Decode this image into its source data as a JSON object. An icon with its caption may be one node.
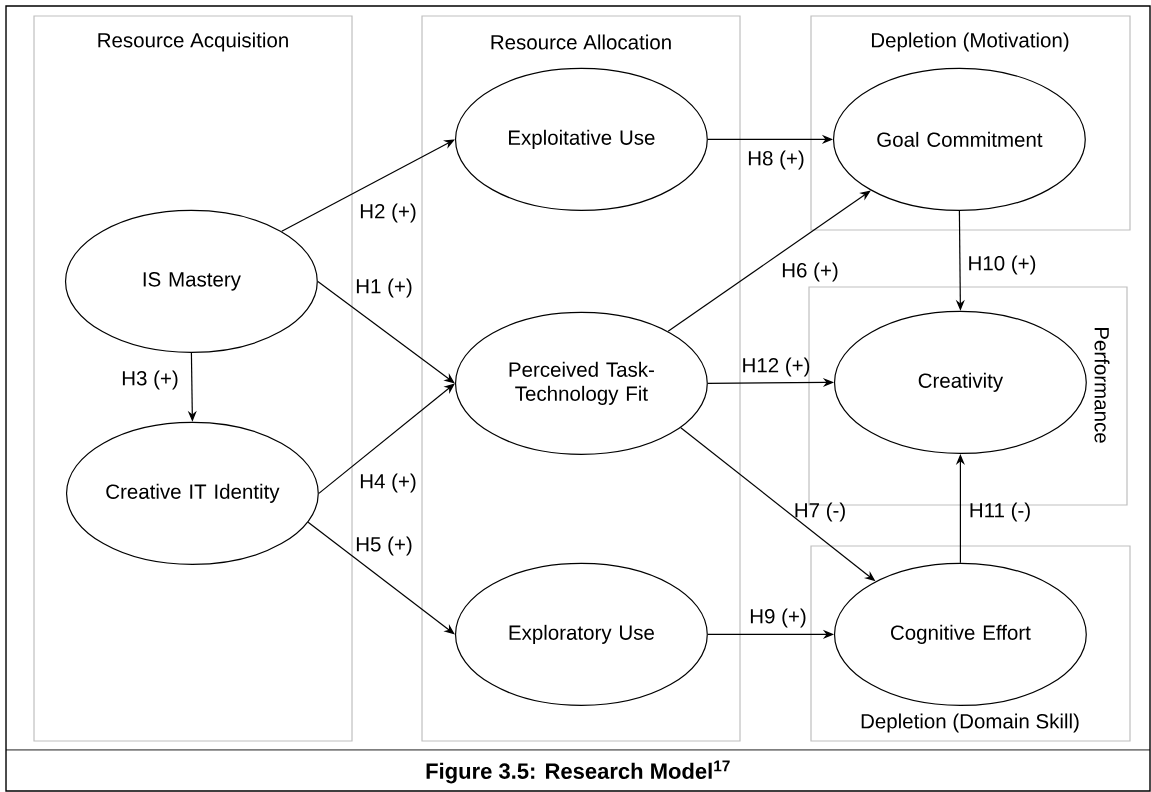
{
  "diagram": {
    "caption": "Figure 3.5: Research Model$^{17}$",
    "nodes": [
      {
        "text": [
          "Resource Acquisition"
        ]
      },
      {
        "text": [
          "IS Mastery"
        ],
        "in": 0
      },
      {
        "text": [
          "Creative IT Identity"
        ],
        "in": 0
      },
      {
        "text": [
          "Resource Allocation"
        ]
      },
      {
        "text": [
          "Exploitative Use"
        ],
        "in": 3
      },
      {
        "text": [
          "Perceived Task-Technology Fit"
        ],
        "in": 3
      },
      {
        "text": [
          "Exploratory Use"
        ],
        "in": 3
      },
      {
        "text": [
          "Depletion (Motivation)"
        ]
      },
      {
        "text": [
          "Goal Commitment"
        ],
        "in": 7
      },
      {
        "text": [
          "Performance"
        ]
      },
      {
        "text": [
          "Creativity"
        ],
        "in": 9
      },
      {
        "text": [
          "Depletion (Domain Skill)"
        ]
      },
      {
        "text": [
          "Cognitive Effort"
        ],
        "in": 11
      }
    ],
    "edges": [
      {
        "from": 1,
        "to": 4,
        "arrow": "to",
        "label": "H2 (+)"
      },
      {
        "from": 1,
        "to": 5,
        "arrow": "to",
        "label": "H1 (+)"
      },
      {
        "from": 1,
        "to": 2,
        "arrow": "to",
        "label": "H3 (+)"
      },
      {
        "from": 2,
        "to": 5,
        "arrow": "to",
        "label": "H4 (+)"
      },
      {
        "from": 2,
        "to": 6,
        "arrow": "to",
        "label": "H5 (+)"
      },
      {
        "from": 4,
        "to": 8,
        "arrow": "to",
        "label": "H8 (+)"
      },
      {
        "from": 5,
        "to": 8,
        "arrow": "to",
        "label": "H6 (+)"
      },
      {
        "from": 5,
        "to": 10,
        "arrow": "to",
        "label": "H12 (+)"
      },
      {
        "from": 5,
        "to": 12,
        "arrow": "to",
        "label": "H7 (-)"
      },
      {
        "from": 6,
        "to": 12,
        "arrow": "to",
        "label": "H9 (+)"
      },
      {
        "from": 8,
        "to": 10,
        "arrow": "to",
        "label": "H10 (+)"
      },
      {
        "from": 12,
        "to": 10,
        "arrow": "to",
        "label": "H11 (-)"
      }
    ]
  }
}
